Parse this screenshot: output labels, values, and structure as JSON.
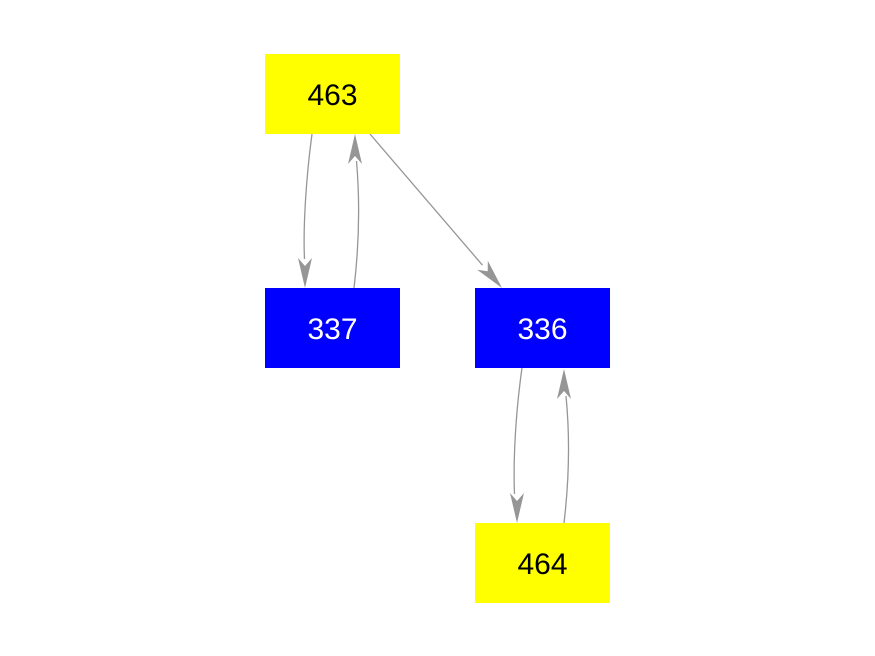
{
  "diagram": {
    "type": "directed-graph",
    "background_color": "#FFFFFF",
    "edge_color": "#969696",
    "node_colors": {
      "yellow": "#FFFF00",
      "blue": "#0000FF"
    },
    "nodes": [
      {
        "id": "463",
        "label": "463",
        "fill": "#FFFF00",
        "text_color": "#000000"
      },
      {
        "id": "337",
        "label": "337",
        "fill": "#0000FF",
        "text_color": "#FFFFFF"
      },
      {
        "id": "336",
        "label": "336",
        "fill": "#0000FF",
        "text_color": "#FFFFFF"
      },
      {
        "id": "464",
        "label": "464",
        "fill": "#FFFF00",
        "text_color": "#000000"
      }
    ],
    "edges": [
      {
        "from": "463",
        "to": "337"
      },
      {
        "from": "337",
        "to": "463"
      },
      {
        "from": "463",
        "to": "336"
      },
      {
        "from": "336",
        "to": "464"
      },
      {
        "from": "464",
        "to": "336"
      }
    ]
  }
}
